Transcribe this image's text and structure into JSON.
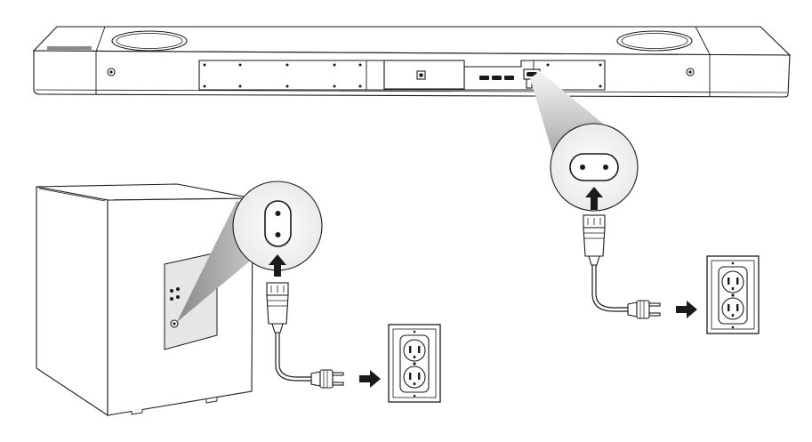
{
  "figure": {
    "subject": "soundbar-and-subwoofer-power-connection",
    "devices": [
      "soundbar",
      "subwoofer"
    ],
    "connections": [
      {
        "from": "soundbar-power-inlet",
        "to": "wall-outlet"
      },
      {
        "from": "subwoofer-power-inlet",
        "to": "wall-outlet"
      }
    ]
  },
  "colors": {
    "line": "#1a1a1a",
    "fill": "#ffffff",
    "panel_gray": "#e8e8e8",
    "beam_light": "#f4f4f4",
    "beam_dark": "#9a9a9a",
    "callout_fill": "#f2f2f2"
  },
  "icons": [
    "power-inlet-icon",
    "arrow-up-icon",
    "arrow-right-icon",
    "power-plug-icon",
    "wall-outlet-icon"
  ]
}
